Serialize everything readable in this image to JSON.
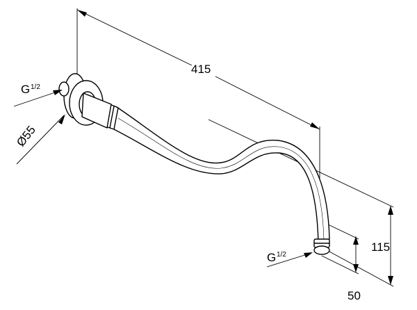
{
  "dimensions": {
    "length": "415",
    "height": "115",
    "drop": "50",
    "flange_diameter": "Ø55",
    "thread_inlet_prefix": "G",
    "thread_inlet_fraction": "1/2",
    "thread_outlet_prefix": "G",
    "thread_outlet_fraction": "1/2"
  },
  "colors": {
    "line": "#000000",
    "background": "#ffffff"
  }
}
